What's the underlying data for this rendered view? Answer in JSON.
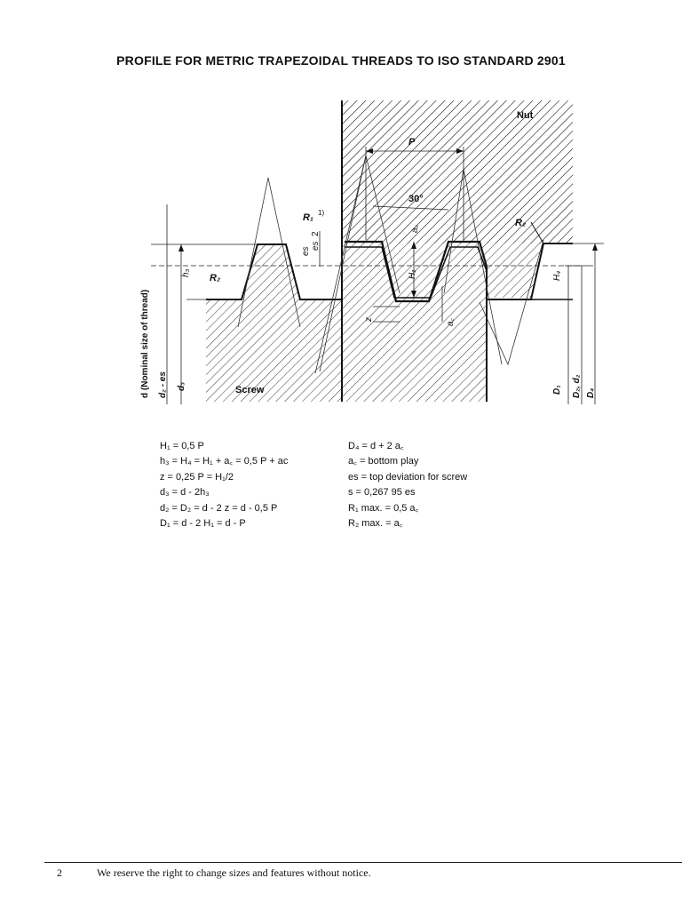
{
  "title": "PROFILE FOR METRIC TRAPEZOIDAL THREADS TO ISO STANDARD 2901",
  "diagram": {
    "nut": "Nut",
    "screw": "Screw",
    "pitch": "P",
    "angle": "30°",
    "r1": "R₁",
    "r1_note": "1)",
    "r2_left": "R₂",
    "r2_right": "R₂",
    "es": "es",
    "es_half_num": "es",
    "es_half_den": "2",
    "ac_top": "a꜀",
    "ac_bottom": "a꜀",
    "h3": "h₃",
    "h1": "H₁",
    "h4": "H₄",
    "z": "z",
    "d_nominal": "d (Nominal size of thread)",
    "d2_es": "d₂ - es",
    "d3": "d₃",
    "D1": "D₁",
    "D2d2": "D₂, d₂",
    "D4": "D₄"
  },
  "formulas_left": [
    "H₁ = 0,5 P",
    "h₃ = H₄ = H₁ + a꜀ = 0,5 P + ac",
    "z   = 0,25 P = H₁/2",
    "d₃ = d - 2h₃",
    "d₂ = D₂ = d - 2 z = d - 0,5 P",
    "D₁ = d - 2 H₁ = d - P"
  ],
  "formulas_right": [
    "D₄ = d + 2 a꜀",
    "a꜀  = bottom play",
    "es  = top deviation for screw",
    "s    = 0,267 95 es",
    "R₁ max. = 0,5 a꜀",
    "R₂ max. = a꜀"
  ],
  "footer": {
    "page_number": "2",
    "notice": "We reserve the right to change sizes and features without notice."
  }
}
